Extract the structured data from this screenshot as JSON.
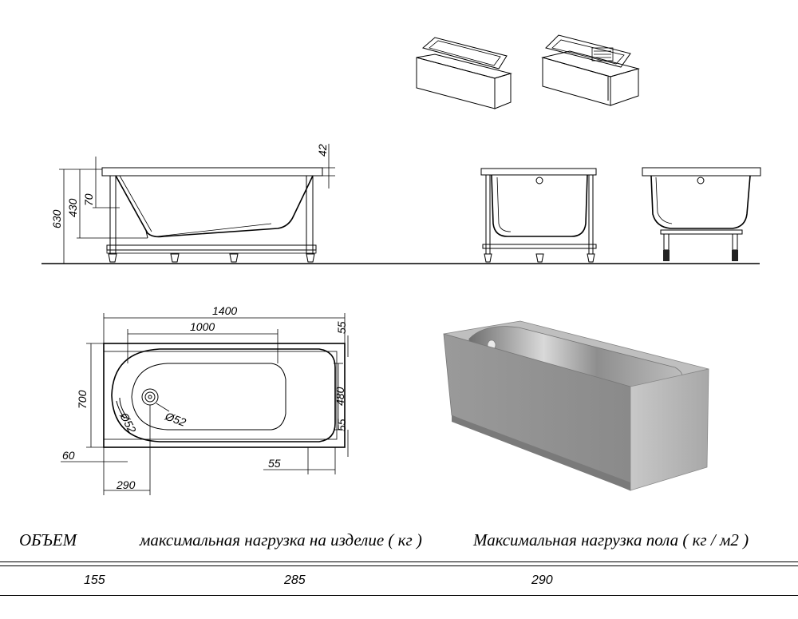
{
  "dimensions": {
    "height_total": "630",
    "height_430": "430",
    "height_70": "70",
    "rim_42": "42",
    "length": "1400",
    "inner_length": "1000",
    "width": "700",
    "inner_width": "480",
    "margin_55_top": "55",
    "margin_55_right": "55",
    "margin_55_bottom": "55",
    "offset_60": "60",
    "drain_offset": "290",
    "overflow_diam": "Ø52",
    "drain_diam": "Ø52"
  },
  "table": {
    "headers": [
      "ОБЪЕМ",
      "максимальная нагрузка на изделие ( кг )",
      "Максимальная нагрузка пола ( кг / м2 )"
    ],
    "values": [
      "155",
      "285",
      "290"
    ]
  }
}
